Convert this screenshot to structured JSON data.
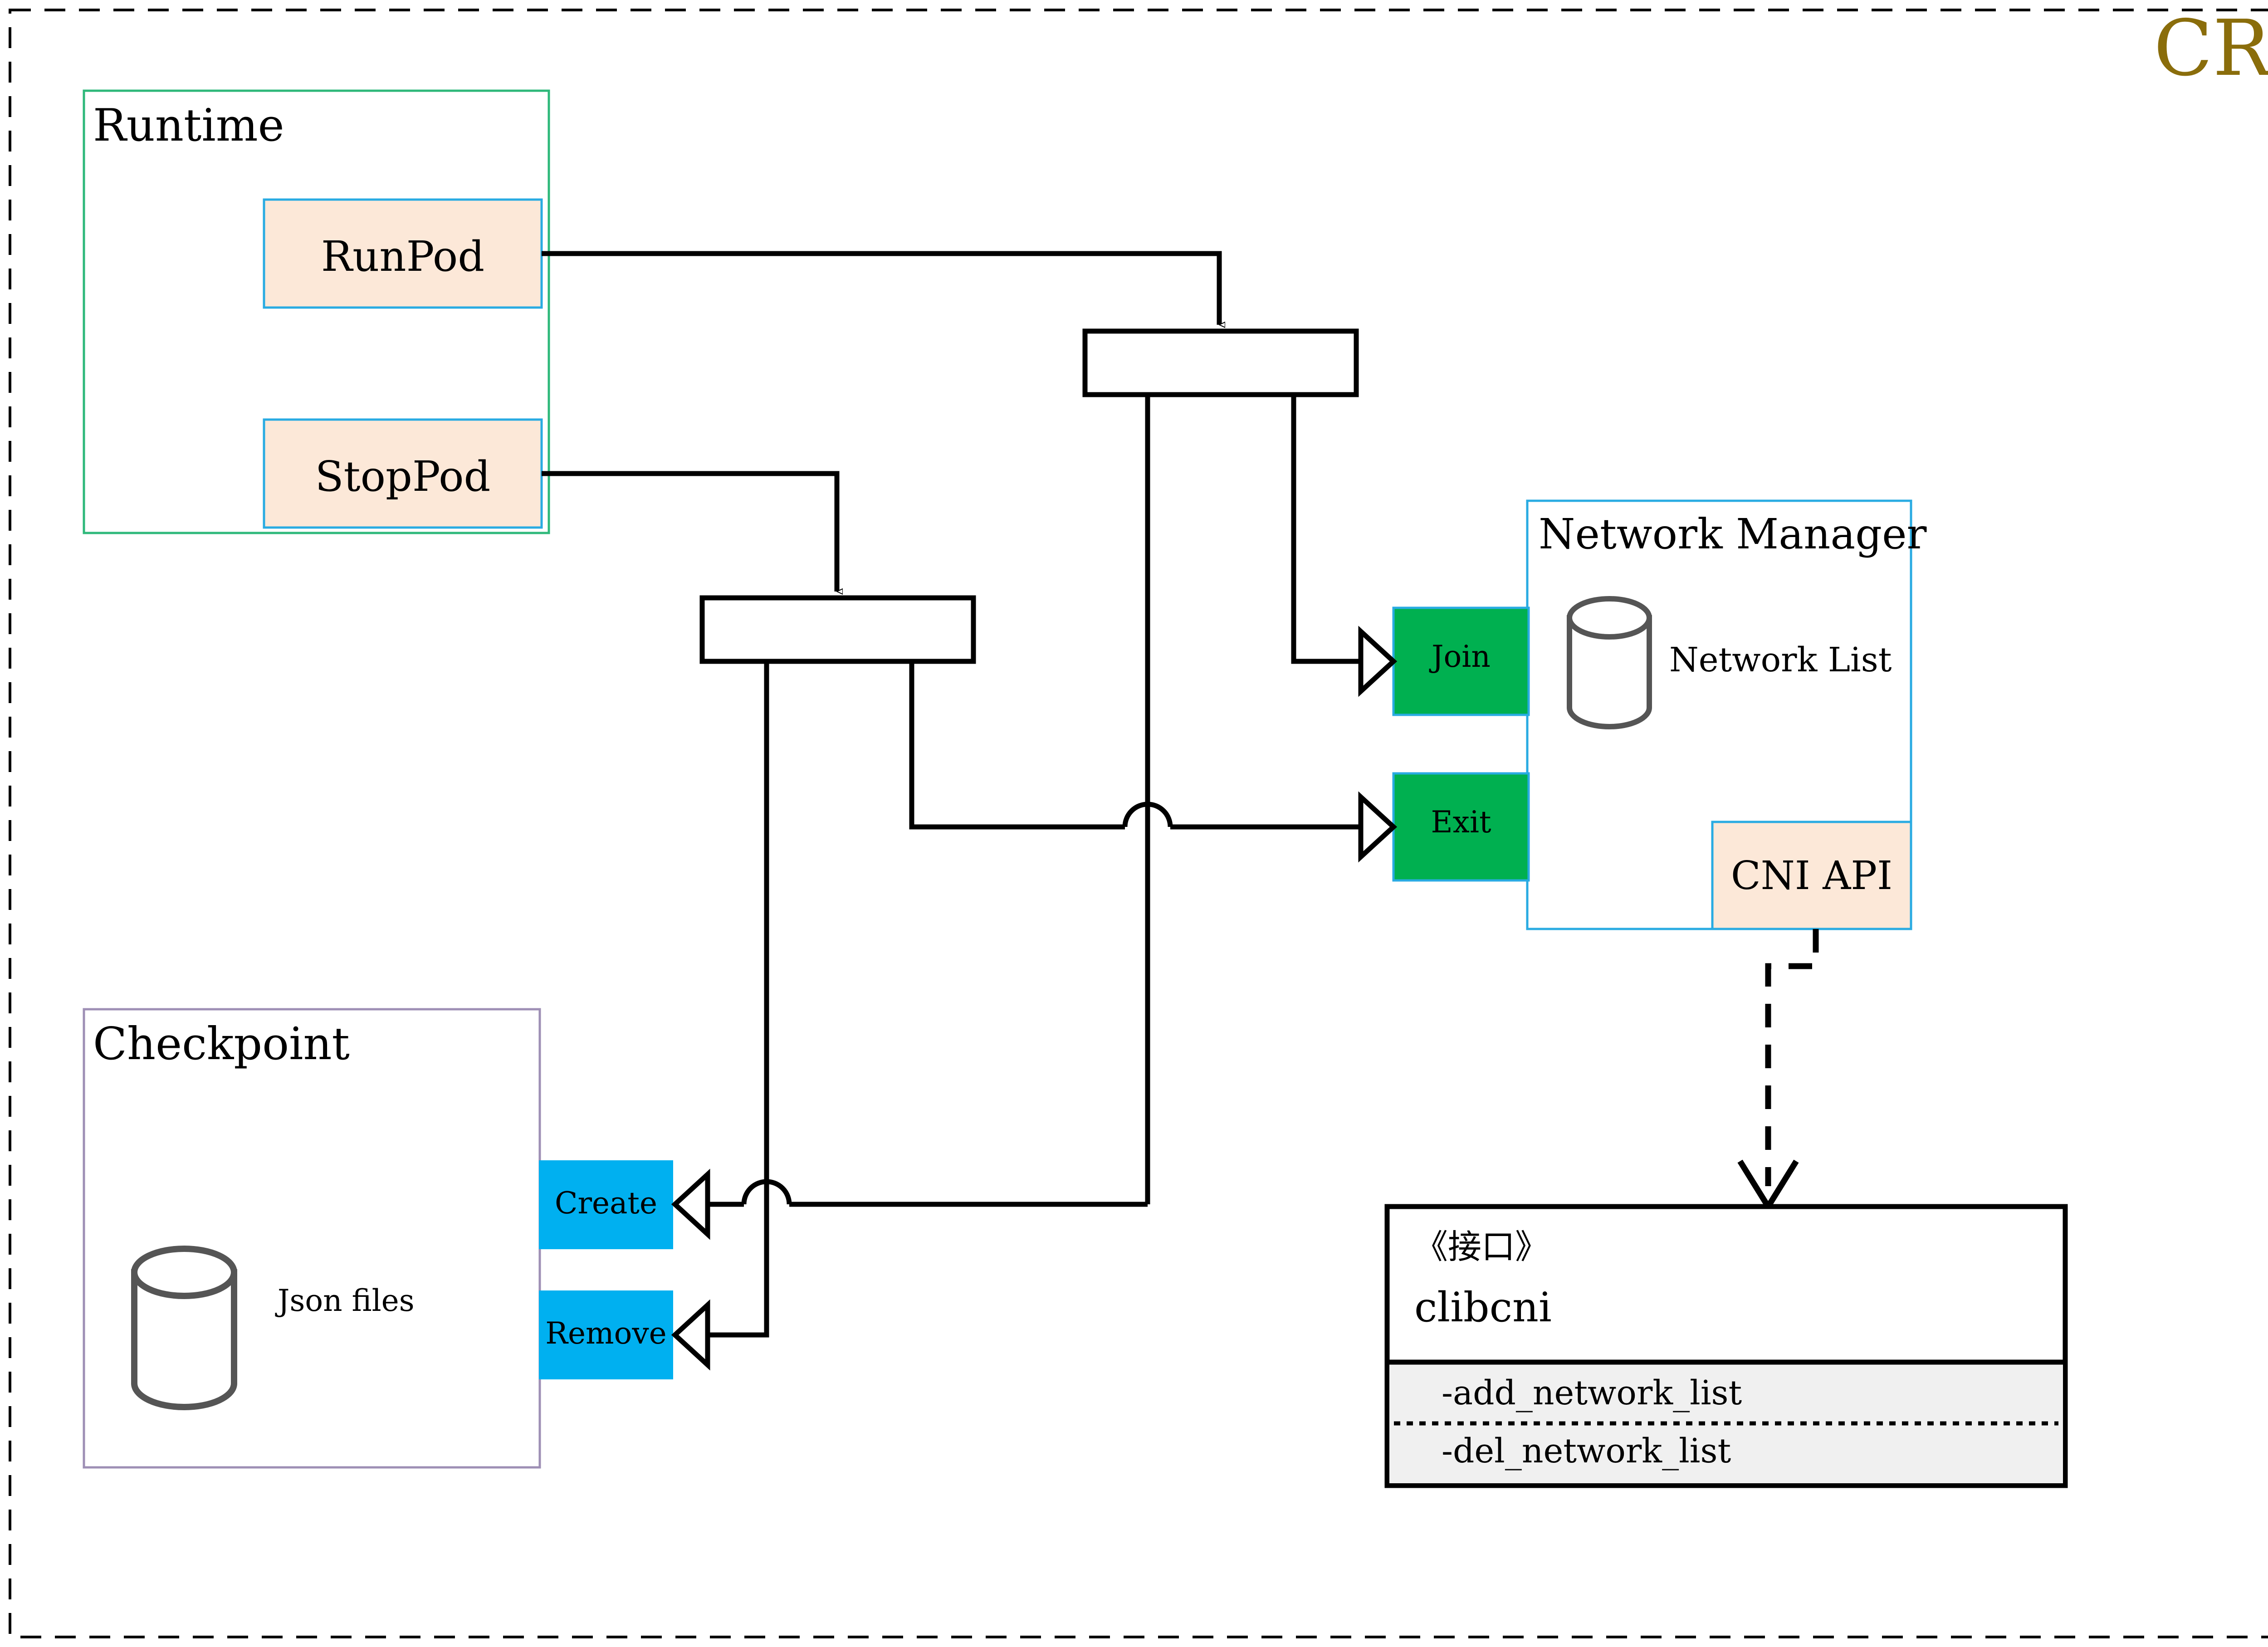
{
  "diagram": {
    "title": "CRI",
    "title_color": "#8a6d0b",
    "outer_border": "dashed"
  },
  "palette": {
    "peach_fill": "#fce8d8",
    "light_blue_border": "#29abe2",
    "green_border": "#2eb87a",
    "green_fill": "#00b050",
    "cyan_fill": "#00b0f0",
    "purple_border": "#9e8fb5",
    "gray_cylinder": "#555555",
    "gray_compartment": "#f0f0f0",
    "line_black": "#000000"
  },
  "groups": {
    "runtime": {
      "label": "Runtime",
      "children": [
        {
          "label": "RunPod"
        },
        {
          "label": "StopPod"
        }
      ]
    },
    "checkpoint": {
      "label": "Checkpoint",
      "store_label": "Json files",
      "children": [
        {
          "label": "Create"
        },
        {
          "label": "Remove"
        }
      ]
    },
    "network_manager": {
      "label": "Network Manager",
      "store_label": "Network List",
      "ports": [
        {
          "label": "Join"
        },
        {
          "label": "Exit"
        }
      ],
      "api": {
        "label": "CNI API"
      }
    }
  },
  "interface_box": {
    "stereotype": "《接口》",
    "name": "clibcni",
    "methods": [
      "-add_network_list",
      "-del_network_list"
    ]
  },
  "fork_bars": [
    {
      "name": "fork-bar-runpod"
    },
    {
      "name": "fork-bar-stoppod"
    }
  ]
}
